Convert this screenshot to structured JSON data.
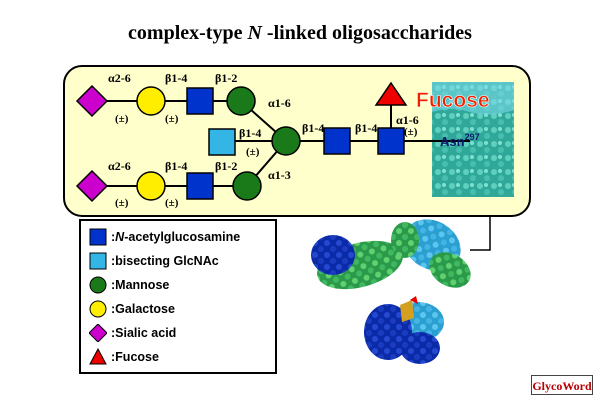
{
  "title": {
    "prefix": "complex-type ",
    "italic": "N",
    "suffix": " -linked oligosaccharides"
  },
  "linkages": {
    "upper_sia": "α2-6",
    "upper_gal": "β1-4",
    "upper_glcnac": "β1-2",
    "upper_man": "α1-6",
    "bisect": "β1-4",
    "core_man": "β1-4",
    "core_glcnac": "β1-4",
    "fuc": "α1-6",
    "lower_sia": "α2-6",
    "lower_gal": "β1-4",
    "lower_glcnac": "β1-2",
    "lower_man": "α1-3",
    "optional": "(±)"
  },
  "fucose_label": "Fucose",
  "asn_label": "Asn",
  "asn_number": "297",
  "legend": {
    "items": [
      {
        "symbol": "blue-square",
        "prefix": ":",
        "italic": "N",
        "suffix": "-acetylglucosamine",
        "color": "#0033cc"
      },
      {
        "symbol": "light-blue-square",
        "prefix": ":",
        "italic": "",
        "suffix": "bisecting GlcNAc",
        "color": "#33b5e5"
      },
      {
        "symbol": "green-circle",
        "prefix": ":",
        "italic": "",
        "suffix": "Mannose",
        "color": "#1a7a1a"
      },
      {
        "symbol": "yellow-circle",
        "prefix": ":",
        "italic": "",
        "suffix": "Galactose",
        "color": "#ffee00"
      },
      {
        "symbol": "purple-diamond",
        "prefix": ":",
        "italic": "",
        "suffix": "Sialic acid",
        "color": "#cc00cc"
      },
      {
        "symbol": "red-triangle",
        "prefix": ":",
        "italic": "",
        "suffix": "Fucose",
        "color": "#ee0000"
      }
    ]
  },
  "logo": "GlycoWord",
  "colors": {
    "panel_bg": "#ffffcc",
    "glcnac": "#0033cc",
    "bisecting": "#33b5e5",
    "mannose": "#1a7a1a",
    "galactose": "#ffee00",
    "sialic": "#cc00cc",
    "fucose": "#ee0000",
    "protein_teal": "#33b5a0",
    "fucose_text": "#ee2200"
  }
}
